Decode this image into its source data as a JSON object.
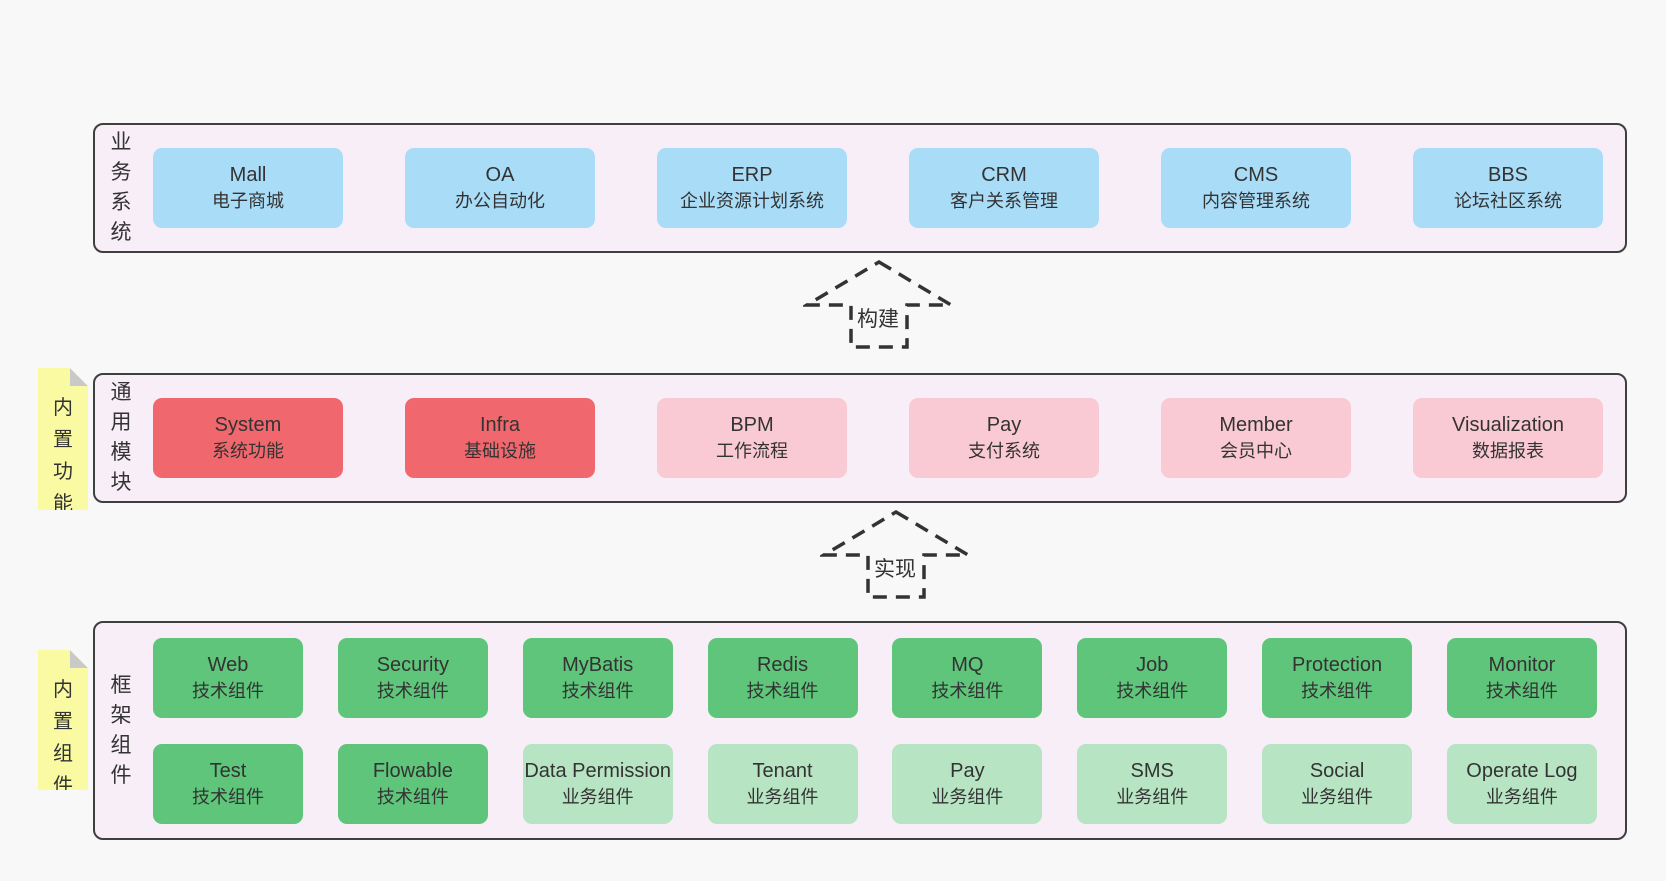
{
  "colors": {
    "page_bg": "#f8f8f8",
    "band_bg": "#f8eef7",
    "band_border": "#3f3f3f",
    "blue": "#a9dcf7",
    "red": "#f0686d",
    "pink": "#f9cad4",
    "green_dark": "#5ec57a",
    "green_light": "#b7e4c2",
    "sticky_yellow": "#fafaa2",
    "sticky_fold": "#c9c9c9",
    "text": "#333333"
  },
  "arrows": {
    "build": {
      "label": "构建"
    },
    "implement": {
      "label": "实现"
    }
  },
  "bands": {
    "business": {
      "side_label": "业务系统",
      "items": [
        {
          "name": "Mall",
          "desc": "电子商城"
        },
        {
          "name": "OA",
          "desc": "办公自动化"
        },
        {
          "name": "ERP",
          "desc": "企业资源计划系统"
        },
        {
          "name": "CRM",
          "desc": "客户关系管理"
        },
        {
          "name": "CMS",
          "desc": "内容管理系统"
        },
        {
          "name": "BBS",
          "desc": "论坛社区系统"
        }
      ]
    },
    "modules": {
      "side_label": "通用模块",
      "sticky": "内置功能",
      "items": [
        {
          "name": "System",
          "desc": "系统功能",
          "variant": "red"
        },
        {
          "name": "Infra",
          "desc": "基础设施",
          "variant": "red"
        },
        {
          "name": "BPM",
          "desc": "工作流程",
          "variant": "pink"
        },
        {
          "name": "Pay",
          "desc": "支付系统",
          "variant": "pink"
        },
        {
          "name": "Member",
          "desc": "会员中心",
          "variant": "pink"
        },
        {
          "name": "Visualization",
          "desc": "数据报表",
          "variant": "pink"
        }
      ]
    },
    "components": {
      "side_label": "框架组件",
      "sticky": "内置组件",
      "row1": [
        {
          "name": "Web",
          "desc": "技术组件",
          "variant": "green-dark"
        },
        {
          "name": "Security",
          "desc": "技术组件",
          "variant": "green-dark"
        },
        {
          "name": "MyBatis",
          "desc": "技术组件",
          "variant": "green-dark"
        },
        {
          "name": "Redis",
          "desc": "技术组件",
          "variant": "green-dark"
        },
        {
          "name": "MQ",
          "desc": "技术组件",
          "variant": "green-dark"
        },
        {
          "name": "Job",
          "desc": "技术组件",
          "variant": "green-dark"
        },
        {
          "name": "Protection",
          "desc": "技术组件",
          "variant": "green-dark"
        },
        {
          "name": "Monitor",
          "desc": "技术组件",
          "variant": "green-dark"
        }
      ],
      "row2": [
        {
          "name": "Test",
          "desc": "技术组件",
          "variant": "green-dark"
        },
        {
          "name": "Flowable",
          "desc": "技术组件",
          "variant": "green-dark"
        },
        {
          "name": "Data Permission",
          "desc": "业务组件",
          "variant": "green-light"
        },
        {
          "name": "Tenant",
          "desc": "业务组件",
          "variant": "green-light"
        },
        {
          "name": "Pay",
          "desc": "业务组件",
          "variant": "green-light"
        },
        {
          "name": "SMS",
          "desc": "业务组件",
          "variant": "green-light"
        },
        {
          "name": "Social",
          "desc": "业务组件",
          "variant": "green-light"
        },
        {
          "name": "Operate Log",
          "desc": "业务组件",
          "variant": "green-light"
        }
      ]
    }
  }
}
